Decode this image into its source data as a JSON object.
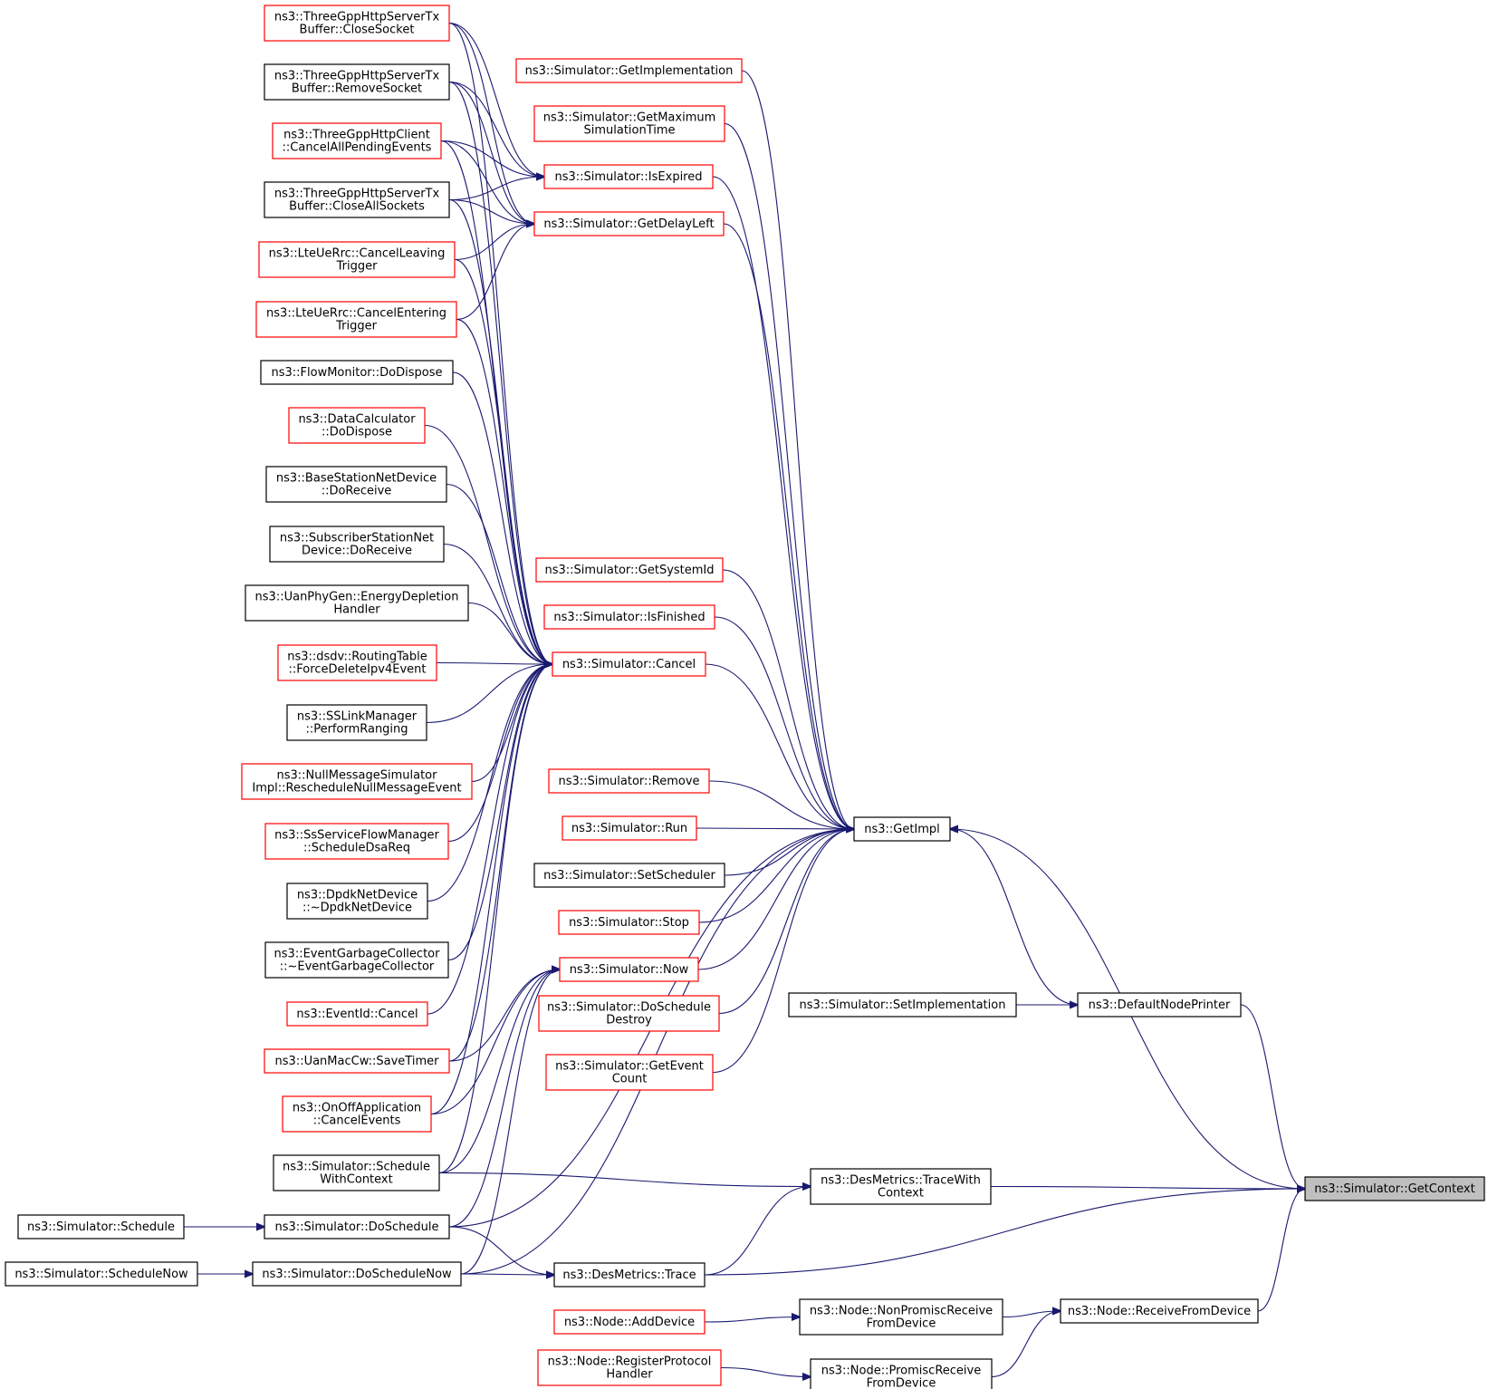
{
  "diagram": {
    "nodes": [
      {
        "id": "closeSocket",
        "lines": [
          "ns3::ThreeGppHttpServerTx",
          "Buffer::CloseSocket"
        ],
        "border": "red"
      },
      {
        "id": "removeSocket",
        "lines": [
          "ns3::ThreeGppHttpServerTx",
          "Buffer::RemoveSocket"
        ],
        "border": "black"
      },
      {
        "id": "cancelAllPending",
        "lines": [
          "ns3::ThreeGppHttpClient",
          "::CancelAllPendingEvents"
        ],
        "border": "red"
      },
      {
        "id": "closeAllSockets",
        "lines": [
          "ns3::ThreeGppHttpServerTx",
          "Buffer::CloseAllSockets"
        ],
        "border": "black"
      },
      {
        "id": "cancelLeaving",
        "lines": [
          "ns3::LteUeRrc::CancelLeaving",
          "Trigger"
        ],
        "border": "red"
      },
      {
        "id": "cancelEntering",
        "lines": [
          "ns3::LteUeRrc::CancelEntering",
          "Trigger"
        ],
        "border": "red"
      },
      {
        "id": "flowMonitorDispose",
        "lines": [
          "ns3::FlowMonitor::DoDispose"
        ],
        "border": "black"
      },
      {
        "id": "dataCalcDispose",
        "lines": [
          "ns3::DataCalculator",
          "::DoDispose"
        ],
        "border": "red"
      },
      {
        "id": "bsDoReceive",
        "lines": [
          "ns3::BaseStationNetDevice",
          "::DoReceive"
        ],
        "border": "black"
      },
      {
        "id": "ssDoReceive",
        "lines": [
          "ns3::SubscriberStationNet",
          "Device::DoReceive"
        ],
        "border": "black"
      },
      {
        "id": "uanEnergy",
        "lines": [
          "ns3::UanPhyGen::EnergyDepletion",
          "Handler"
        ],
        "border": "black"
      },
      {
        "id": "dsdvForce",
        "lines": [
          "ns3::dsdv::RoutingTable",
          "::ForceDeleteIpv4Event"
        ],
        "border": "red"
      },
      {
        "id": "ssLink",
        "lines": [
          "ns3::SSLinkManager",
          "::PerformRanging"
        ],
        "border": "black"
      },
      {
        "id": "nullMsg",
        "lines": [
          "ns3::NullMessageSimulator",
          "Impl::RescheduleNullMessageEvent"
        ],
        "border": "red"
      },
      {
        "id": "ssService",
        "lines": [
          "ns3::SsServiceFlowManager",
          "::ScheduleDsaReq"
        ],
        "border": "red"
      },
      {
        "id": "dpdk",
        "lines": [
          "ns3::DpdkNetDevice",
          "::~DpdkNetDevice"
        ],
        "border": "black"
      },
      {
        "id": "egc",
        "lines": [
          "ns3::EventGarbageCollector",
          "::~EventGarbageCollector"
        ],
        "border": "black"
      },
      {
        "id": "eventIdCancel",
        "lines": [
          "ns3::EventId::Cancel"
        ],
        "border": "red"
      },
      {
        "id": "uanSaveTimer",
        "lines": [
          "ns3::UanMacCw::SaveTimer"
        ],
        "border": "red"
      },
      {
        "id": "onOffCancel",
        "lines": [
          "ns3::OnOffApplication",
          "::CancelEvents"
        ],
        "border": "red"
      },
      {
        "id": "scheduleWithContext",
        "lines": [
          "ns3::Simulator::Schedule",
          "WithContext"
        ],
        "border": "black"
      },
      {
        "id": "schedule",
        "lines": [
          "ns3::Simulator::Schedule"
        ],
        "border": "black"
      },
      {
        "id": "doSchedule",
        "lines": [
          "ns3::Simulator::DoSchedule"
        ],
        "border": "black"
      },
      {
        "id": "scheduleNow",
        "lines": [
          "ns3::Simulator::ScheduleNow"
        ],
        "border": "black"
      },
      {
        "id": "doScheduleNow",
        "lines": [
          "ns3::Simulator::DoScheduleNow"
        ],
        "border": "black"
      },
      {
        "id": "getImplementation",
        "lines": [
          "ns3::Simulator::GetImplementation"
        ],
        "border": "red"
      },
      {
        "id": "getMaxSimTime",
        "lines": [
          "ns3::Simulator::GetMaximum",
          "SimulationTime"
        ],
        "border": "red"
      },
      {
        "id": "isExpired",
        "lines": [
          "ns3::Simulator::IsExpired"
        ],
        "border": "red"
      },
      {
        "id": "getDelayLeft",
        "lines": [
          "ns3::Simulator::GetDelayLeft"
        ],
        "border": "red"
      },
      {
        "id": "getSystemId",
        "lines": [
          "ns3::Simulator::GetSystemId"
        ],
        "border": "red"
      },
      {
        "id": "isFinished",
        "lines": [
          "ns3::Simulator::IsFinished"
        ],
        "border": "red"
      },
      {
        "id": "cancel",
        "lines": [
          "ns3::Simulator::Cancel"
        ],
        "border": "red"
      },
      {
        "id": "remove",
        "lines": [
          "ns3::Simulator::Remove"
        ],
        "border": "red"
      },
      {
        "id": "run",
        "lines": [
          "ns3::Simulator::Run"
        ],
        "border": "red"
      },
      {
        "id": "setScheduler",
        "lines": [
          "ns3::Simulator::SetScheduler"
        ],
        "border": "black"
      },
      {
        "id": "stop",
        "lines": [
          "ns3::Simulator::Stop"
        ],
        "border": "red"
      },
      {
        "id": "now",
        "lines": [
          "ns3::Simulator::Now"
        ],
        "border": "red"
      },
      {
        "id": "doScheduleDestroy",
        "lines": [
          "ns3::Simulator::DoSchedule",
          "Destroy"
        ],
        "border": "red"
      },
      {
        "id": "getEventCount",
        "lines": [
          "ns3::Simulator::GetEvent",
          "Count"
        ],
        "border": "red"
      },
      {
        "id": "traceWithContext",
        "lines": [
          "ns3::DesMetrics::TraceWith",
          "Context"
        ],
        "border": "black"
      },
      {
        "id": "trace",
        "lines": [
          "ns3::DesMetrics::Trace"
        ],
        "border": "black"
      },
      {
        "id": "addDevice",
        "lines": [
          "ns3::Node::AddDevice"
        ],
        "border": "red"
      },
      {
        "id": "registerProtocol",
        "lines": [
          "ns3::Node::RegisterProtocol",
          "Handler"
        ],
        "border": "red"
      },
      {
        "id": "getImpl",
        "lines": [
          "ns3::GetImpl"
        ],
        "border": "black"
      },
      {
        "id": "setImplementation",
        "lines": [
          "ns3::Simulator::SetImplementation"
        ],
        "border": "black"
      },
      {
        "id": "nonPromisc",
        "lines": [
          "ns3::Node::NonPromiscReceive",
          "FromDevice"
        ],
        "border": "black"
      },
      {
        "id": "promisc",
        "lines": [
          "ns3::Node::PromiscReceive",
          "FromDevice"
        ],
        "border": "black"
      },
      {
        "id": "defaultNodePrinter",
        "lines": [
          "ns3::DefaultNodePrinter"
        ],
        "border": "black"
      },
      {
        "id": "receiveFromDevice",
        "lines": [
          "ns3::Node::ReceiveFromDevice"
        ],
        "border": "black"
      },
      {
        "id": "getContext",
        "lines": [
          "ns3::Simulator::GetContext"
        ],
        "border": "focus"
      }
    ],
    "edges": [
      {
        "from": "closeSocket",
        "to": "isExpired"
      },
      {
        "from": "closeSocket",
        "to": "getDelayLeft"
      },
      {
        "from": "closeSocket",
        "to": "cancel"
      },
      {
        "from": "removeSocket",
        "to": "isExpired"
      },
      {
        "from": "removeSocket",
        "to": "getDelayLeft"
      },
      {
        "from": "removeSocket",
        "to": "cancel"
      },
      {
        "from": "cancelAllPending",
        "to": "isExpired"
      },
      {
        "from": "cancelAllPending",
        "to": "getDelayLeft"
      },
      {
        "from": "cancelAllPending",
        "to": "cancel"
      },
      {
        "from": "closeAllSockets",
        "to": "isExpired"
      },
      {
        "from": "closeAllSockets",
        "to": "getDelayLeft"
      },
      {
        "from": "closeAllSockets",
        "to": "cancel"
      },
      {
        "from": "cancelLeaving",
        "to": "getDelayLeft"
      },
      {
        "from": "cancelLeaving",
        "to": "cancel"
      },
      {
        "from": "cancelEntering",
        "to": "getDelayLeft"
      },
      {
        "from": "cancelEntering",
        "to": "cancel"
      },
      {
        "from": "flowMonitorDispose",
        "to": "cancel"
      },
      {
        "from": "dataCalcDispose",
        "to": "cancel"
      },
      {
        "from": "bsDoReceive",
        "to": "cancel"
      },
      {
        "from": "ssDoReceive",
        "to": "cancel"
      },
      {
        "from": "uanEnergy",
        "to": "cancel"
      },
      {
        "from": "dsdvForce",
        "to": "cancel"
      },
      {
        "from": "ssLink",
        "to": "cancel"
      },
      {
        "from": "nullMsg",
        "to": "cancel"
      },
      {
        "from": "ssService",
        "to": "cancel"
      },
      {
        "from": "dpdk",
        "to": "cancel"
      },
      {
        "from": "egc",
        "to": "cancel"
      },
      {
        "from": "eventIdCancel",
        "to": "cancel"
      },
      {
        "from": "uanSaveTimer",
        "to": "cancel"
      },
      {
        "from": "uanSaveTimer",
        "to": "now"
      },
      {
        "from": "onOffCancel",
        "to": "cancel"
      },
      {
        "from": "onOffCancel",
        "to": "now"
      },
      {
        "from": "scheduleWithContext",
        "to": "now"
      },
      {
        "from": "scheduleWithContext",
        "to": "traceWithContext"
      },
      {
        "from": "scheduleWithContext",
        "to": "cancel"
      },
      {
        "from": "schedule",
        "to": "doSchedule"
      },
      {
        "from": "doSchedule",
        "to": "now"
      },
      {
        "from": "doSchedule",
        "to": "trace"
      },
      {
        "from": "doSchedule",
        "to": "getImpl"
      },
      {
        "from": "scheduleNow",
        "to": "doScheduleNow"
      },
      {
        "from": "doScheduleNow",
        "to": "trace"
      },
      {
        "from": "doScheduleNow",
        "to": "getImpl"
      },
      {
        "from": "doScheduleNow",
        "to": "now"
      },
      {
        "from": "getImplementation",
        "to": "getImpl"
      },
      {
        "from": "getMaxSimTime",
        "to": "getImpl"
      },
      {
        "from": "isExpired",
        "to": "getImpl"
      },
      {
        "from": "getDelayLeft",
        "to": "getImpl"
      },
      {
        "from": "getSystemId",
        "to": "getImpl"
      },
      {
        "from": "isFinished",
        "to": "getImpl"
      },
      {
        "from": "cancel",
        "to": "getImpl"
      },
      {
        "from": "remove",
        "to": "getImpl"
      },
      {
        "from": "run",
        "to": "getImpl"
      },
      {
        "from": "setScheduler",
        "to": "getImpl"
      },
      {
        "from": "stop",
        "to": "getImpl"
      },
      {
        "from": "now",
        "to": "getImpl"
      },
      {
        "from": "doScheduleDestroy",
        "to": "getImpl"
      },
      {
        "from": "getEventCount",
        "to": "getImpl"
      },
      {
        "from": "trace",
        "to": "traceWithContext"
      },
      {
        "from": "trace",
        "to": "getContext"
      },
      {
        "from": "traceWithContext",
        "to": "getContext"
      },
      {
        "from": "addDevice",
        "to": "nonPromisc"
      },
      {
        "from": "registerProtocol",
        "to": "promisc"
      },
      {
        "from": "setImplementation",
        "to": "defaultNodePrinter"
      },
      {
        "from": "defaultNodePrinter",
        "to": "getImpl"
      },
      {
        "from": "defaultNodePrinter",
        "to": "getContext"
      },
      {
        "from": "nonPromisc",
        "to": "receiveFromDevice"
      },
      {
        "from": "promisc",
        "to": "receiveFromDevice"
      },
      {
        "from": "receiveFromDevice",
        "to": "getContext"
      },
      {
        "from": "getContext",
        "to": "getImpl"
      }
    ]
  }
}
